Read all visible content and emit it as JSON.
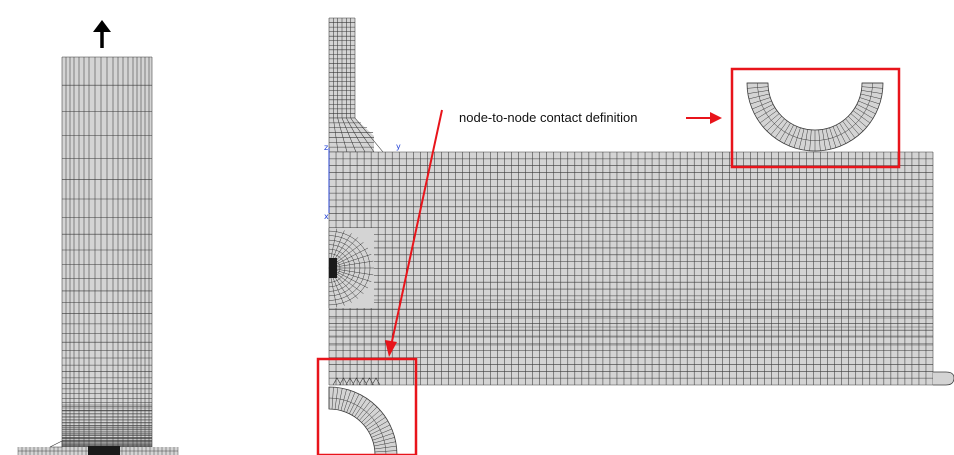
{
  "annotation": {
    "label": "node-to-node contact definition",
    "color": "#e8141b"
  },
  "triad": {
    "z_label": "z",
    "y_label": "y",
    "x_label": "x",
    "color": "#1f3fd6"
  },
  "load_arrow": {
    "icon": "arrow-up-icon"
  },
  "mesh": {
    "fill_color": "#d4d4d4",
    "line_color": "#3a3a3a"
  }
}
